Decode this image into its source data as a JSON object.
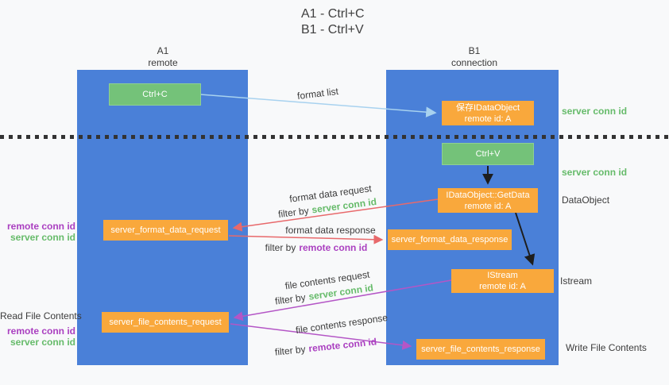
{
  "title": {
    "line1": "A1 - Ctrl+C",
    "line2": "B1 - Ctrl+V"
  },
  "columns": {
    "left": {
      "name": "A1",
      "role": "remote"
    },
    "right": {
      "name": "B1",
      "role": "connection"
    }
  },
  "nodes": {
    "ctrl_c": "Ctrl+C",
    "ctrl_v": "Ctrl+V",
    "save_idataobject": {
      "line1": "保存IDataObject",
      "line2": "remote id: A"
    },
    "getdata": {
      "line1": "IDataObject::GetData",
      "line2": "remote id: A"
    },
    "istream": {
      "line1": "IStream",
      "line2": "remote id: A"
    },
    "server_format_data_request": "server_format_data_request",
    "server_format_data_response": "server_format_data_response",
    "server_file_contents_request": "server_file_contents_request",
    "server_file_contents_response": "server_file_contents_response"
  },
  "flow_labels": {
    "format_list": "format list",
    "format_data_request": "format data request",
    "format_data_response": "format data response",
    "file_contents_request": "file contents request",
    "file_contents_response": "file contents response",
    "filter_by": "filter by",
    "server_conn_id": "server conn id",
    "remote_conn_id": "remote conn id"
  },
  "side_labels": {
    "server_conn_id": "server conn id",
    "remote_conn_id": "remote conn id",
    "dataobject": "DataObject",
    "istream": "Istream",
    "read_file_contents": "Read File Contents",
    "write_file_contents": "Write File Contents"
  },
  "colors": {
    "column_blue": "#4a80d8",
    "box_green": "#74c279",
    "box_orange": "#f9a83c",
    "arrow_light_blue": "#a8d2ef",
    "arrow_black": "#1e1e1e",
    "arrow_red": "#e8696b",
    "arrow_purple": "#b456c6",
    "label_green": "#66bb6a",
    "label_purple": "#aa3fc0"
  }
}
